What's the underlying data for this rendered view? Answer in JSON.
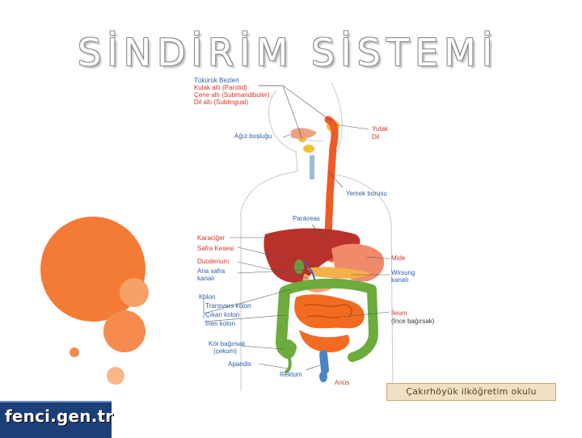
{
  "title": "SİNDİRİM SİSTEMİ",
  "labels": {
    "tukuruk_bezleri": "Tükürük Bezleri",
    "kulak_alti": "Kulak altı (Parotid)",
    "cene_alti": "Çene altı (Submandibuler)",
    "dil_alti": "Dil altı (Sublingual)",
    "agiz_boslugu": "Ağız boşluğu",
    "yutak": "Yutak",
    "dil": "Dil",
    "yemek_borusu": "Yemek borusu",
    "pankreas": "Pankreas",
    "karaciger": "Karaciğer",
    "safra_kesesi": "Safra Kesesi",
    "duodenum": "Duodenum",
    "ana_safra_kanali": [
      "Ana safra",
      "kanalı"
    ],
    "mide": "Mide",
    "wirsung_kanali": [
      "Wirsung",
      "kanalı"
    ],
    "kolon": "Kolon",
    "transvers_kolon": "Transvers kolon",
    "cikan_kolon": "Çıkan kolon",
    "inen_kolon": "İnen kolon",
    "ileum": "İleum",
    "ince_bagirsak": "(İnce bağırsak)",
    "kor_bagirsak": [
      "Kör bağırsak",
      "(çekum)"
    ],
    "apandis": "Apandis",
    "rektum": "Rektum",
    "anus": "Anüs"
  },
  "school": "Çakırhöyük ilköğretim okulu",
  "logo": "fenci.gen.tr",
  "colors": {
    "accent": "#f47b35",
    "esophagus": "#f05a24",
    "liver": "#b9312b",
    "intestine": "#f26b21",
    "colon": "#6cab3e",
    "label_blue": "#2e5fa7",
    "label_red": "#d8362b"
  }
}
